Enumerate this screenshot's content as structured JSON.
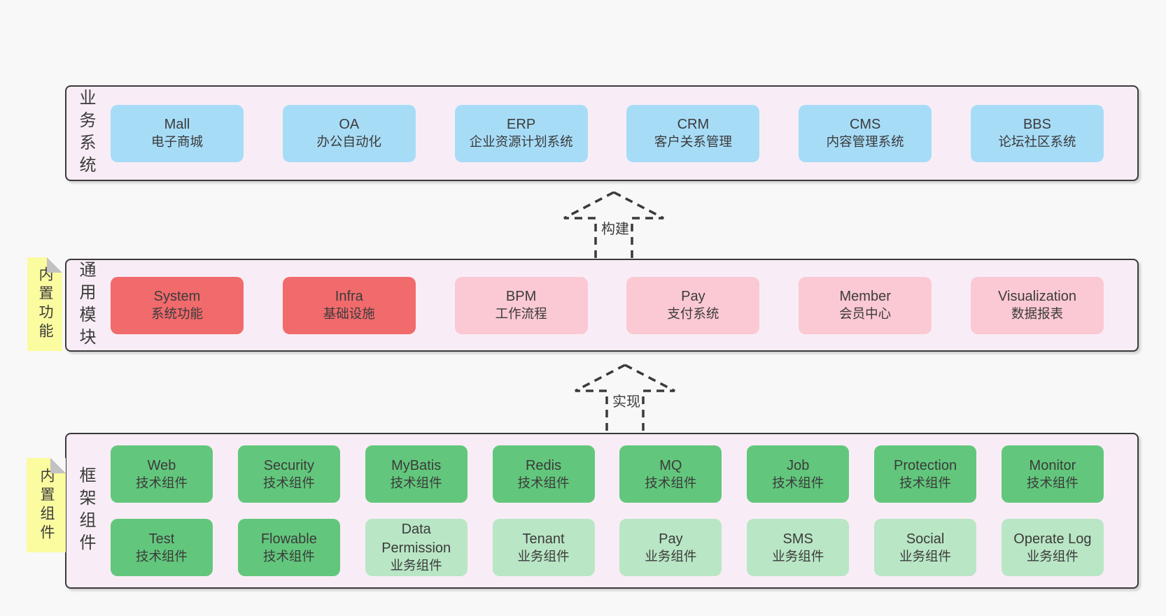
{
  "colors": {
    "page_bg": "#f8f8f8",
    "band_bg": "#f8edf6",
    "band_border": "#3a3a3a",
    "text": "#3b3b3b",
    "blue": "#a7dcf7",
    "red": "#f16a6c",
    "pink": "#fbc9d3",
    "green": "#62c77c",
    "light_green": "#b9e6c5",
    "sticky_yellow": "#fbfba0"
  },
  "business_band": {
    "label": "业务系统",
    "boxes": [
      {
        "name": "Mall",
        "desc": "电子商城"
      },
      {
        "name": "OA",
        "desc": "办公自动化"
      },
      {
        "name": "ERP",
        "desc": "企业资源计划系统"
      },
      {
        "name": "CRM",
        "desc": "客户关系管理"
      },
      {
        "name": "CMS",
        "desc": "内容管理系统"
      },
      {
        "name": "BBS",
        "desc": "论坛社区系统"
      }
    ]
  },
  "arrow_build": {
    "label": "构建"
  },
  "module_band": {
    "label": "通用模块",
    "sticky": "内置功能",
    "boxes": [
      {
        "name": "System",
        "desc": "系统功能"
      },
      {
        "name": "Infra",
        "desc": "基础设施"
      },
      {
        "name": "BPM",
        "desc": "工作流程"
      },
      {
        "name": "Pay",
        "desc": "支付系统"
      },
      {
        "name": "Member",
        "desc": "会员中心"
      },
      {
        "name": "Visualization",
        "desc": "数据报表"
      }
    ]
  },
  "arrow_implement": {
    "label": "实现"
  },
  "framework_band": {
    "label": "框架组件",
    "sticky": "内置组件",
    "row1": [
      {
        "name": "Web",
        "desc": "技术组件"
      },
      {
        "name": "Security",
        "desc": "技术组件"
      },
      {
        "name": "MyBatis",
        "desc": "技术组件"
      },
      {
        "name": "Redis",
        "desc": "技术组件"
      },
      {
        "name": "MQ",
        "desc": "技术组件"
      },
      {
        "name": "Job",
        "desc": "技术组件"
      },
      {
        "name": "Protection",
        "desc": "技术组件"
      },
      {
        "name": "Monitor",
        "desc": "技术组件"
      }
    ],
    "row2": [
      {
        "name": "Test",
        "desc": "技术组件"
      },
      {
        "name": "Flowable",
        "desc": "技术组件"
      },
      {
        "name": "Data Permission",
        "desc": "业务组件"
      },
      {
        "name": "Tenant",
        "desc": "业务组件"
      },
      {
        "name": "Pay",
        "desc": "业务组件"
      },
      {
        "name": "SMS",
        "desc": "业务组件"
      },
      {
        "name": "Social",
        "desc": "业务组件"
      },
      {
        "name": "Operate Log",
        "desc": "业务组件"
      }
    ]
  }
}
